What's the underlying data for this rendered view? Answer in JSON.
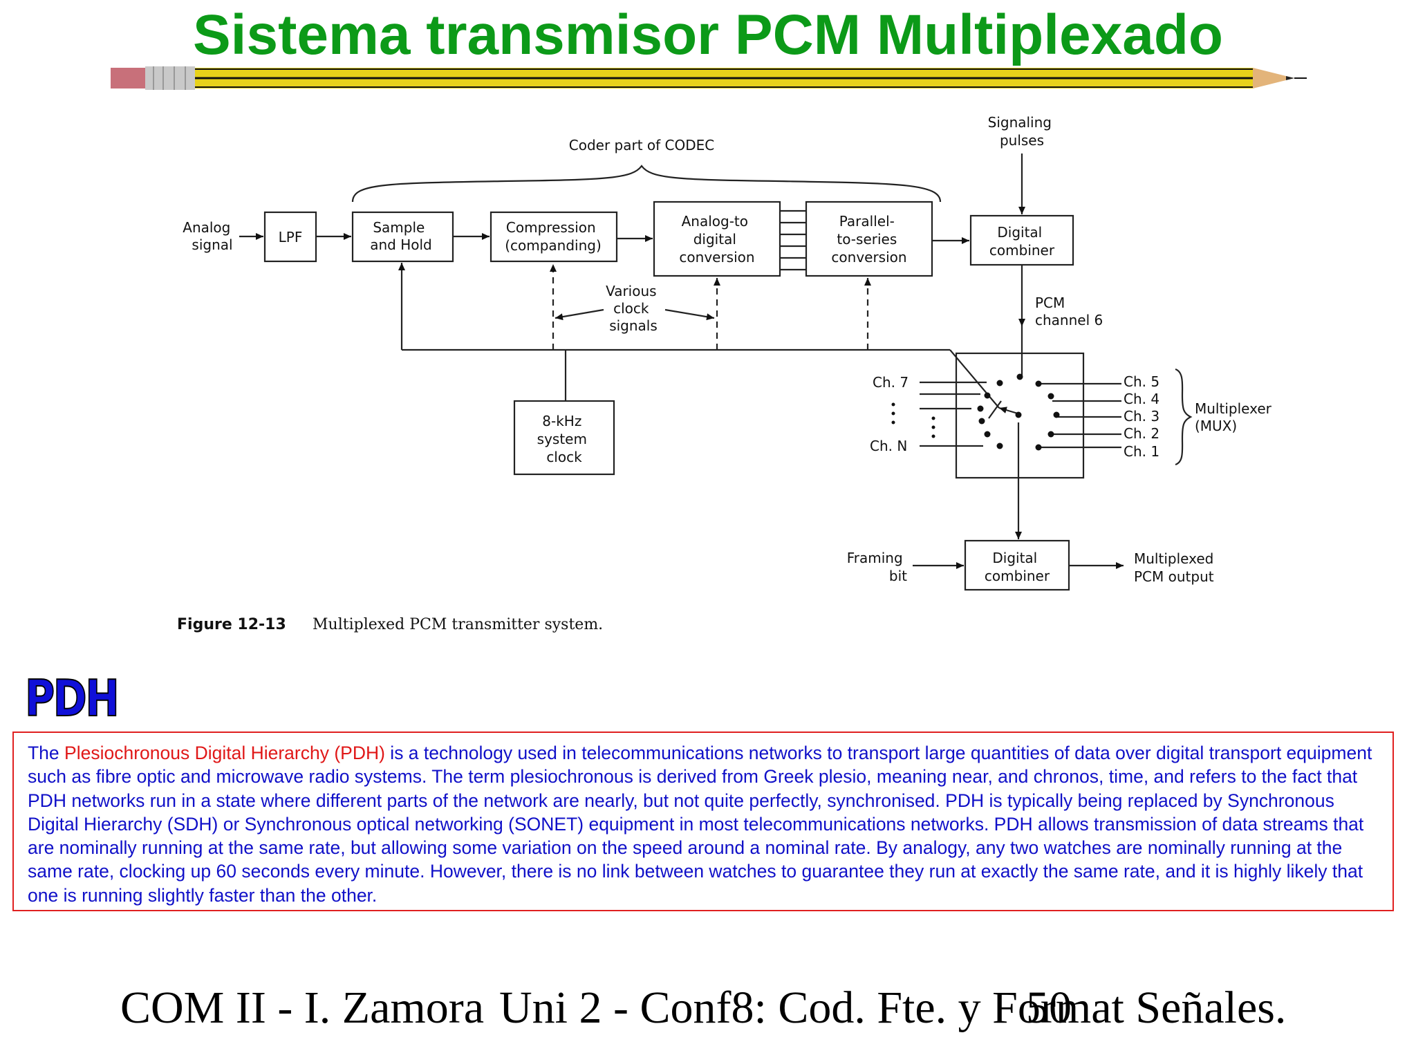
{
  "slide": {
    "title": "Sistema transmisor PCM Multiplexado"
  },
  "diagram": {
    "coder_label": "Coder part of CODEC",
    "analog_signal": [
      "Analog",
      "signal"
    ],
    "lpf": "LPF",
    "sample_hold": [
      "Sample",
      "and Hold"
    ],
    "compression": [
      "Compression",
      "(companding)"
    ],
    "adc": [
      "Analog-to",
      "digital",
      "conversion"
    ],
    "p2s": [
      "Parallel-",
      "to-series",
      "conversion"
    ],
    "signaling": [
      "Signaling",
      "pulses"
    ],
    "digital_combiner_top": [
      "Digital",
      "combiner"
    ],
    "clock_signals": [
      "Various",
      "clock",
      "signals"
    ],
    "system_clock": [
      "8-kHz",
      "system",
      "clock"
    ],
    "pcm_channel": [
      "PCM",
      "channel 6"
    ],
    "ch7": "Ch. 7",
    "chN": "Ch. N",
    "right_channels": [
      "Ch. 5",
      "Ch. 4",
      "Ch. 3",
      "Ch. 2",
      "Ch. 1"
    ],
    "mux": [
      "Multiplexer",
      "(MUX)"
    ],
    "framing_bit": [
      "Framing",
      "bit"
    ],
    "digital_combiner_bottom": [
      "Digital",
      "combiner"
    ],
    "mux_output": [
      "Multiplexed",
      "PCM output"
    ],
    "figure_number": "Figure 12-13",
    "figure_caption": "Multiplexed PCM transmitter system."
  },
  "pdh": {
    "heading": "PDH",
    "text_before": "The ",
    "highlight": "Plesiochronous Digital Hierarchy (PDH)",
    "text_after": " is a technology used in telecommunications networks to transport large quantities of data over digital transport equipment such as fibre optic and microwave radio systems. The term plesiochronous is derived from Greek plesio, meaning near, and chronos, time, and refers to the fact that PDH networks run in a state where different parts of the network are nearly, but not quite perfectly, synchronised. PDH is typically being replaced by Synchronous Digital Hierarchy (SDH) or Synchronous optical networking (SONET) equipment in most telecommunications networks. PDH allows transmission of data streams that are nominally running at the same rate, but allowing some variation on the speed around a nominal rate. By analogy, any two watches are nominally running at the same rate, clocking up 60 seconds every minute. However, there is no link between watches to guarantee they run at exactly the same rate, and it is highly likely that one is running slightly faster than the other."
  },
  "footer": {
    "left": "COM II - I. Zamora",
    "middle": "Uni 2 - Conf8: Cod. Fte. y Format Señales.",
    "page_number": "50"
  }
}
